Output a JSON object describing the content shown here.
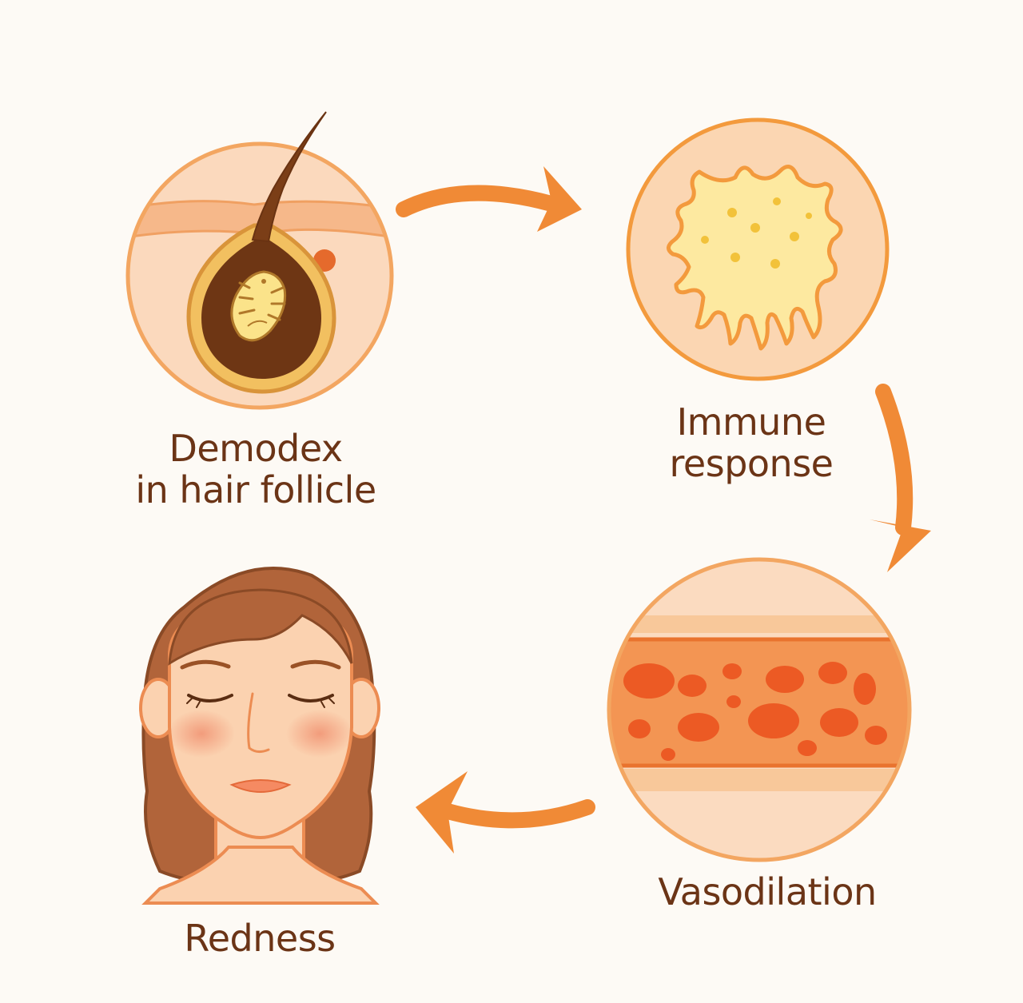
{
  "steps": [
    {
      "id": "demodex",
      "label_lines": [
        "Demodex",
        "in hair follicle"
      ],
      "icon": "hair-follicle-mite-icon"
    },
    {
      "id": "immune",
      "label_lines": [
        "Immune",
        "response"
      ],
      "icon": "immune-cell-icon"
    },
    {
      "id": "vaso",
      "label_lines": [
        "Vasodilation"
      ],
      "icon": "dilated-blood-vessel-icon"
    },
    {
      "id": "redness",
      "label_lines": [
        "Redness"
      ],
      "icon": "face-with-redness-icon"
    }
  ],
  "flow": [
    {
      "from": "demodex",
      "to": "immune"
    },
    {
      "from": "immune",
      "to": "vaso"
    },
    {
      "from": "vaso",
      "to": "redness"
    }
  ],
  "colors": {
    "background": "#fdfaf5",
    "arrow": "#f08a36",
    "label_text": "#6b3416",
    "circle_outline": "#f3a661",
    "skin": "#fbd7b8",
    "hair": "#b1643a",
    "blood_cell": "#ec5a24",
    "immune_cell": "#fde9a0"
  }
}
